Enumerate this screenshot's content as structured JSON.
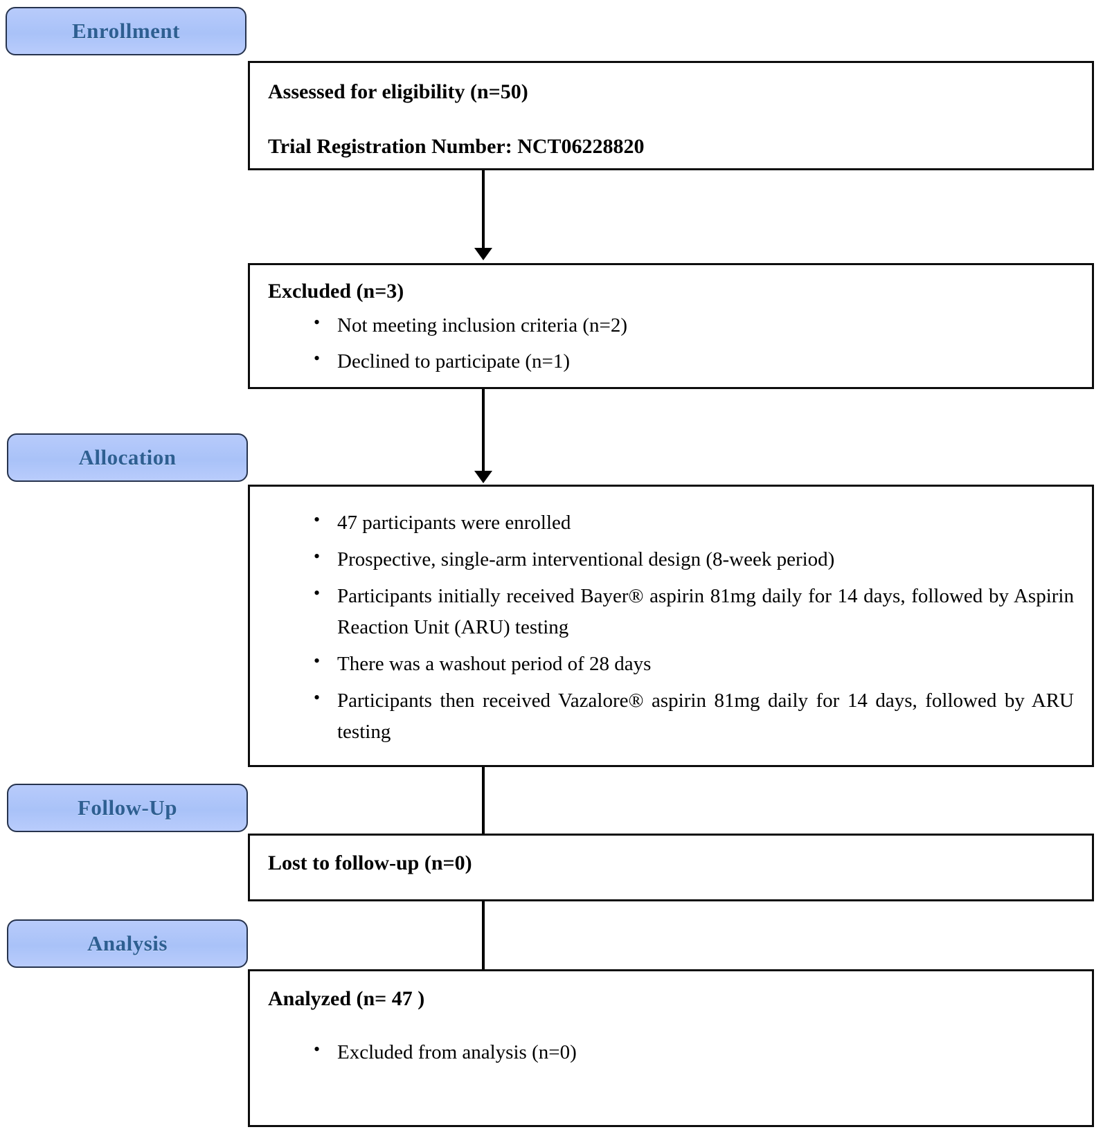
{
  "diagram": {
    "title": "CONSORT participant flow diagram",
    "accent_blue_fill": "#aec5fb",
    "accent_blue_border": "#26334d",
    "accent_blue_text": "#2e5f91",
    "box_border": "#0d0d0d",
    "background": "#ffffff"
  },
  "stages": {
    "enrollment": "Enrollment",
    "allocation": "Allocation",
    "followup": "Follow-Up",
    "analysis": "Analysis"
  },
  "boxes": {
    "eligibility": {
      "line1": "Assessed for eligibility (n=50)",
      "line2": "Trial Registration Number: NCT06228820"
    },
    "excluded": {
      "header": "Excluded (n=3)",
      "items": [
        "Not meeting inclusion criteria (n=2)",
        "Declined to participate (n=1)"
      ]
    },
    "allocation": {
      "items": [
        "47 participants were enrolled",
        "Prospective, single-arm interventional design (8-week period)",
        "Participants initially received Bayer® aspirin 81mg daily for 14 days, followed by Aspirin Reaction Unit (ARU) testing",
        "There was a washout period of 28 days",
        "Participants then received Vazalore® aspirin 81mg daily for 14 days, followed by ARU testing"
      ]
    },
    "followup": {
      "header": "Lost to follow-up (n=0)"
    },
    "analysis": {
      "header": "Analyzed (n= 47 )",
      "items": [
        "Excluded from analysis (n=0)"
      ]
    }
  }
}
